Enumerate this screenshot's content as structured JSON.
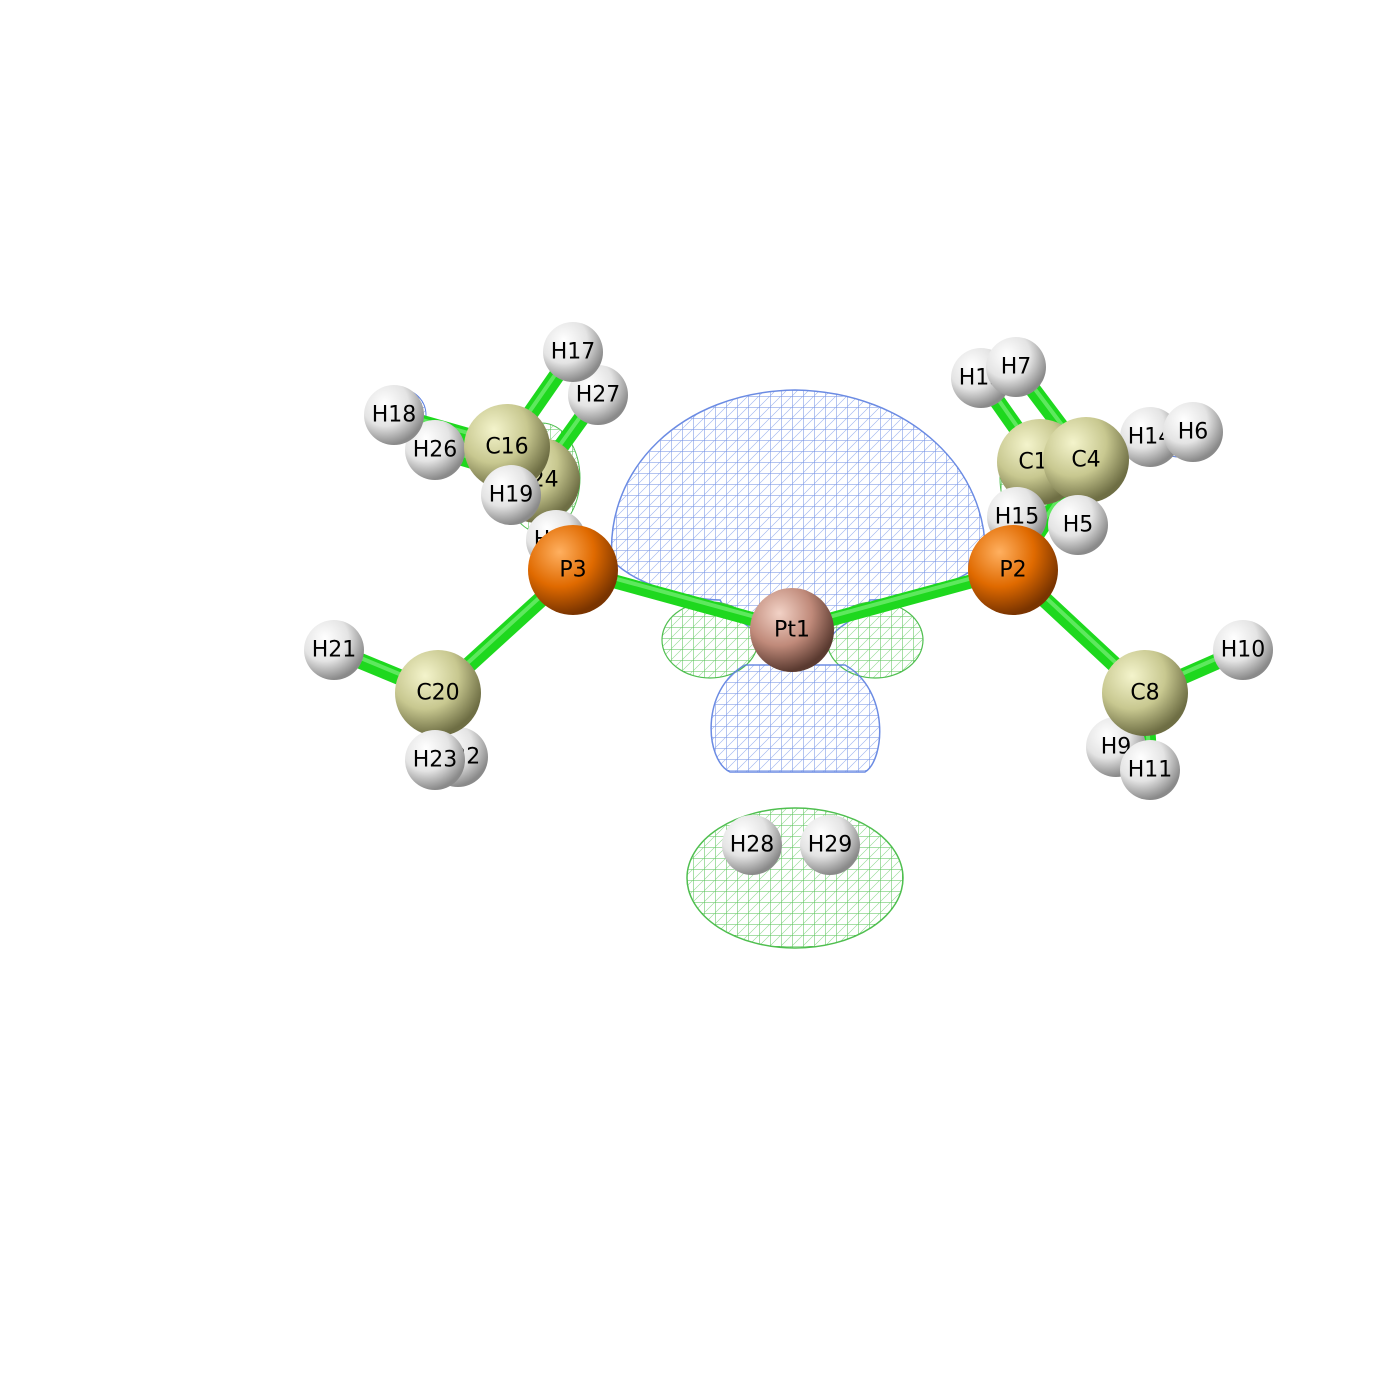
{
  "colors": {
    "background": "#ffffff",
    "bond": "#1ed81e",
    "bond_dark": "#0a8f0a",
    "positive_lobe": "#5b7fe0",
    "negative_lobe": "#4fbf4f",
    "Pt": "#c08a7a",
    "P": "#e06a00",
    "C": "#c8c890",
    "H": "#e4e4e4"
  },
  "atoms": [
    {
      "id": "Pt1",
      "element": "Pt",
      "label": "Pt1"
    },
    {
      "id": "P2",
      "element": "P",
      "label": "P2"
    },
    {
      "id": "P3",
      "element": "P",
      "label": "P3"
    },
    {
      "id": "C4",
      "element": "C",
      "label": "C4"
    },
    {
      "id": "H5",
      "element": "H",
      "label": "H5"
    },
    {
      "id": "H6",
      "element": "H",
      "label": "H6"
    },
    {
      "id": "H7",
      "element": "H",
      "label": "H7"
    },
    {
      "id": "C8",
      "element": "C",
      "label": "C8"
    },
    {
      "id": "H9",
      "element": "H",
      "label": "H9"
    },
    {
      "id": "H10",
      "element": "H",
      "label": "H10"
    },
    {
      "id": "H11",
      "element": "H",
      "label": "H11"
    },
    {
      "id": "C12",
      "element": "C",
      "label": "C12"
    },
    {
      "id": "H13",
      "element": "H",
      "label": "H13"
    },
    {
      "id": "H14",
      "element": "H",
      "label": "H14"
    },
    {
      "id": "H15",
      "element": "H",
      "label": "H15"
    },
    {
      "id": "C16",
      "element": "C",
      "label": "C16"
    },
    {
      "id": "H17",
      "element": "H",
      "label": "H17"
    },
    {
      "id": "H18",
      "element": "H",
      "label": "H18"
    },
    {
      "id": "H19",
      "element": "H",
      "label": "H19"
    },
    {
      "id": "C20",
      "element": "C",
      "label": "C20"
    },
    {
      "id": "H21",
      "element": "H",
      "label": "H21"
    },
    {
      "id": "H22",
      "element": "H",
      "label": "H22"
    },
    {
      "id": "H23",
      "element": "H",
      "label": "H23"
    },
    {
      "id": "C24",
      "element": "C",
      "label": "C24"
    },
    {
      "id": "H25",
      "element": "H",
      "label": "H25"
    },
    {
      "id": "H26",
      "element": "H",
      "label": "H26"
    },
    {
      "id": "H27",
      "element": "H",
      "label": "H27"
    },
    {
      "id": "H28",
      "element": "H",
      "label": "H28"
    },
    {
      "id": "H29",
      "element": "H",
      "label": "H29"
    }
  ],
  "bonds": [
    [
      "Pt1",
      "P2"
    ],
    [
      "Pt1",
      "P3"
    ],
    [
      "P2",
      "C4"
    ],
    [
      "P2",
      "C8"
    ],
    [
      "P2",
      "C12"
    ],
    [
      "P3",
      "C16"
    ],
    [
      "P3",
      "C20"
    ],
    [
      "P3",
      "C24"
    ],
    [
      "C4",
      "H5"
    ],
    [
      "C4",
      "H6"
    ],
    [
      "C4",
      "H7"
    ],
    [
      "C8",
      "H9"
    ],
    [
      "C8",
      "H10"
    ],
    [
      "C8",
      "H11"
    ],
    [
      "C12",
      "H13"
    ],
    [
      "C12",
      "H14"
    ],
    [
      "C12",
      "H15"
    ],
    [
      "C16",
      "H17"
    ],
    [
      "C16",
      "H18"
    ],
    [
      "C16",
      "H19"
    ],
    [
      "C20",
      "H21"
    ],
    [
      "C20",
      "H22"
    ],
    [
      "C20",
      "H23"
    ],
    [
      "C24",
      "H25"
    ],
    [
      "C24",
      "H26"
    ],
    [
      "C24",
      "H27"
    ]
  ]
}
